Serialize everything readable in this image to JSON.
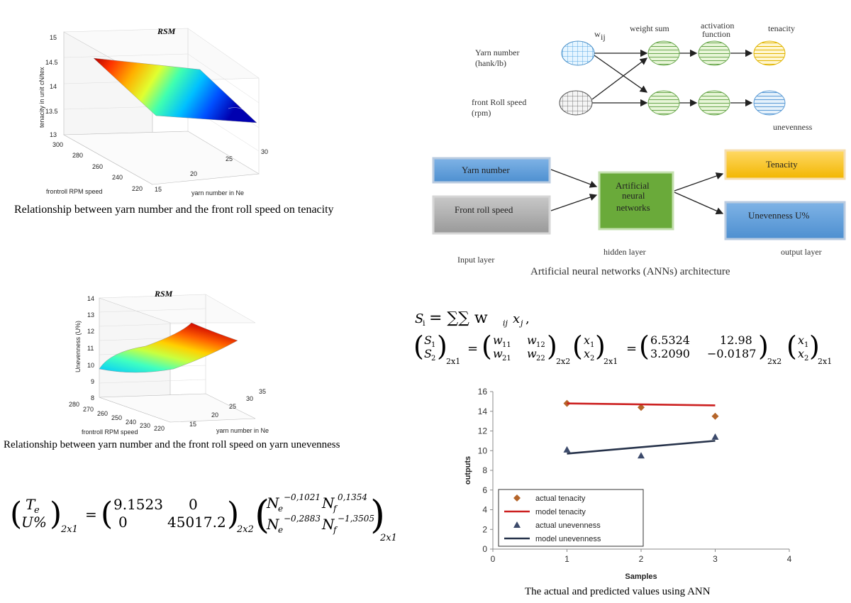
{
  "panel_tl": {
    "title": "RSM",
    "zlabel": "tenacity in unit cN/tex",
    "zticks": [
      "15",
      "14.5",
      "14",
      "13.5",
      "13"
    ],
    "yticks": [
      "300",
      "280",
      "260",
      "240",
      "220"
    ],
    "xticks": [
      "15",
      "20",
      "25",
      "30"
    ],
    "ylabel": "frontroll RPM speed",
    "xlabel": "yarn number in Ne",
    "caption": "Relationship between yarn number and the front roll speed on tenacity"
  },
  "panel_bl": {
    "title": "RSM",
    "zlabel": "Unevenness (U%)",
    "zticks": [
      "14",
      "13",
      "12",
      "11",
      "10",
      "9",
      "8"
    ],
    "yticks": [
      "280",
      "270",
      "260",
      "250",
      "240",
      "230",
      "220"
    ],
    "xticks": [
      "15",
      "20",
      "25",
      "30",
      "35"
    ],
    "ylabel": "frontroll RPM speed",
    "xlabel": "yarn number in Ne",
    "caption": "Relationship between yarn number and the front roll speed on yarn unevenness"
  },
  "network_diagram": {
    "input1": "Yarn number",
    "input1_unit": "(hank/lb)",
    "input2": "front Roll speed",
    "input2_unit": "(rpm)",
    "weight": "w",
    "weight_sub": "ij",
    "col1": "weight sum",
    "col2_line1": "activation",
    "col2_line2": "function",
    "col3": "tenacity",
    "out2": "unevenness"
  },
  "ann_arch": {
    "input_a": "Yarn number",
    "input_b": "Front roll speed",
    "hidden_line1": "Artificial",
    "hidden_line2": "neural",
    "hidden_line3": "networks",
    "output_a": "Tenacity",
    "output_b": "Unevenness U%",
    "layer_in": "Input layer",
    "layer_hidden": "hidden layer",
    "layer_out": "output layer",
    "caption": "Artificial neural networks (ANNs) architecture"
  },
  "eq_sum": {
    "lhs": "S",
    "lhs_sub": "i",
    "rhs": "= ∑∑ w",
    "w_sub": "ij",
    "x": "x",
    "x_sub": "j",
    "tail": ","
  },
  "eq_matrix": {
    "m": [
      [
        "6.5324",
        "12.98"
      ],
      [
        "3.2090",
        "−0.0187"
      ]
    ],
    "s": [
      "S",
      "S"
    ],
    "s_sub": [
      "1",
      "2"
    ],
    "w": [
      [
        "w",
        "w"
      ],
      [
        "w",
        "w"
      ]
    ],
    "w_sub": [
      [
        "11",
        "12"
      ],
      [
        "21",
        "22"
      ]
    ],
    "x": [
      "x",
      "x"
    ],
    "x_sub": [
      "1",
      "2"
    ],
    "dim_21": "2x1",
    "dim_22": "2x2",
    "eq": "="
  },
  "eq_bottom": {
    "te": "T",
    "te_sub": "e",
    "u": "U%",
    "dim_21": "2x1",
    "dim_22": "2x2",
    "eq": "=",
    "m": [
      [
        "9.1523",
        "0"
      ],
      [
        "0",
        "45017.2"
      ]
    ],
    "ne": "N",
    "ne_sub": "e",
    "nf": "N",
    "nf_sub": "f",
    "exp": [
      [
        "−0,1021",
        "0,1354"
      ],
      [
        "−0,2883",
        "−1,3505"
      ]
    ]
  },
  "chart_data": {
    "type": "scatter",
    "xlabel": "Samples",
    "ylabel": "outputs",
    "xlim": [
      0,
      4
    ],
    "ylim": [
      0,
      16
    ],
    "xticks": [
      0,
      1,
      2,
      3,
      4
    ],
    "yticks": [
      0,
      2,
      4,
      6,
      8,
      10,
      12,
      14,
      16
    ],
    "legend_position": "bottom-left",
    "series": [
      {
        "name": "actual tenacity",
        "kind": "marker",
        "marker": "diamond",
        "color": "#b5652a",
        "x": [
          1,
          2,
          3
        ],
        "y": [
          14.8,
          14.4,
          13.5
        ]
      },
      {
        "name": "model tenacity",
        "kind": "line",
        "color": "#cc1f1f",
        "x": [
          1,
          3
        ],
        "y": [
          14.8,
          14.6
        ]
      },
      {
        "name": "actual unevenness",
        "kind": "marker",
        "marker": "triangle",
        "color": "#3c4a6b",
        "x": [
          1,
          2,
          3
        ],
        "y": [
          10.1,
          9.5,
          11.4
        ]
      },
      {
        "name": "model unevenness",
        "kind": "line",
        "color": "#26324a",
        "x": [
          1,
          3
        ],
        "y": [
          9.7,
          11.0
        ]
      }
    ],
    "caption": "The actual and predicted values using ANN"
  }
}
